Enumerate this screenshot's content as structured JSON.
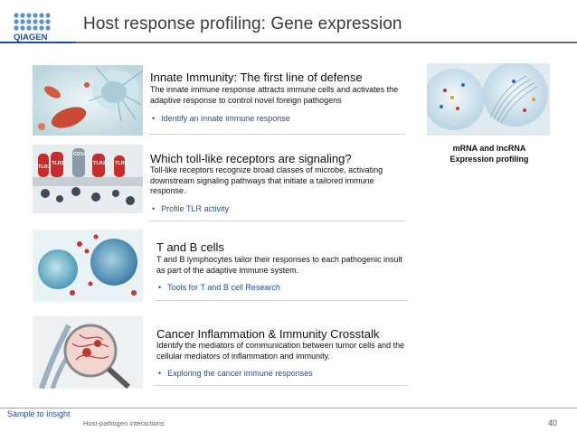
{
  "header": {
    "logo_text": "QIAGEN",
    "title": "Host response profiling: Gene expression"
  },
  "sections": [
    {
      "title": "Innate Immunity: The first line of defense",
      "description": "The innate immune response attracts immune cells and activates the adaptive response to control novel foreign pathogens",
      "bullet": "Identify an innate immune response"
    },
    {
      "title": "Which toll-like receptors are signaling?",
      "description": "Toll-like receptors recognize broad classes of microbe, activating downstream signaling pathways that initiate a tailored immune response.",
      "bullet": "Profile TLR activity",
      "image_labels": [
        "TLR1",
        "TLR2",
        "CD14",
        "TLR2",
        "TLR6"
      ]
    },
    {
      "title": "T and B cells",
      "description": "T and B lymphocytes tailor their responses to each pathogenic insult as part of the adaptive immune system.",
      "bullet": "Tools for T and B cell Research"
    },
    {
      "title": "Cancer Inflammation & Immunity Crosstalk",
      "description": "Identify the mediators of communication between tumor cells and the cellular mediators of inflammation and immunity.",
      "bullet": "Exploring the cancer immune responses"
    }
  ],
  "side_panel": {
    "caption_line1": "mRNA and lncRNA",
    "caption_line2": "Expression profiling"
  },
  "footer": {
    "brand": "Sample to Insight",
    "text": "Host-pathogen interactions",
    "page_number": "40"
  },
  "colors": {
    "accent_blue": "#1f4e9e",
    "title_gray": "#3a3a3a"
  }
}
